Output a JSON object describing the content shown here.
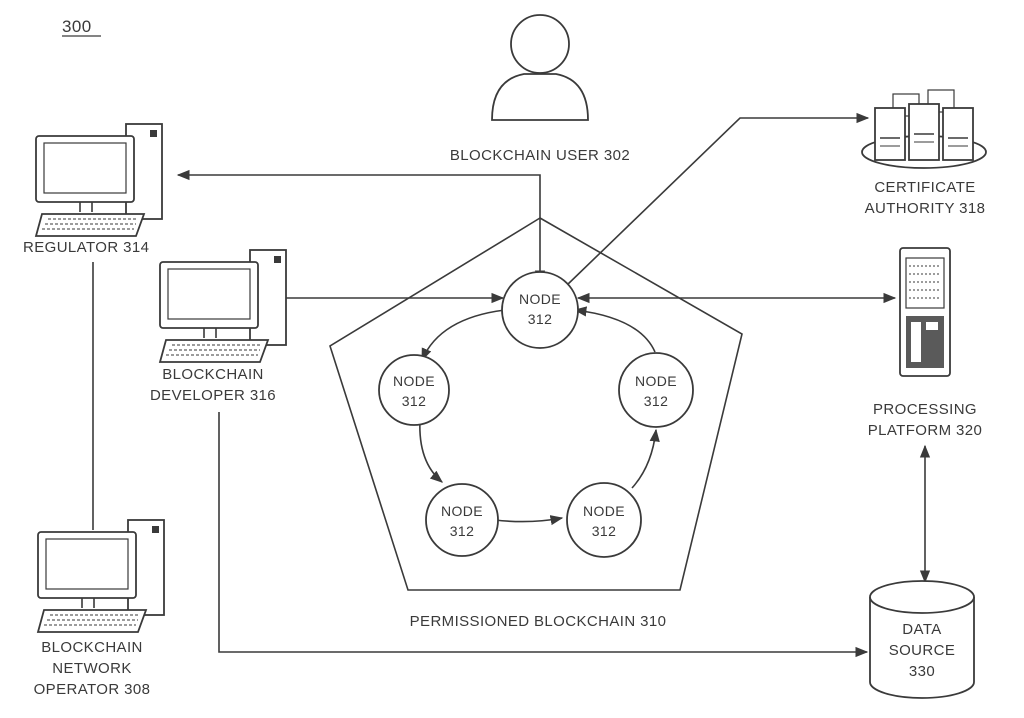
{
  "figure_number": "300",
  "blockchain": {
    "label": "PERMISSIONED BLOCKCHAIN 310",
    "nodes": [
      {
        "line1": "NODE",
        "line2": "312"
      },
      {
        "line1": "NODE",
        "line2": "312"
      },
      {
        "line1": "NODE",
        "line2": "312"
      },
      {
        "line1": "NODE",
        "line2": "312"
      },
      {
        "line1": "NODE",
        "line2": "312"
      }
    ]
  },
  "entities": {
    "blockchain_user": {
      "line1": "BLOCKCHAIN USER 302"
    },
    "regulator": {
      "line1": "REGULATOR 314"
    },
    "developer": {
      "line1": "BLOCKCHAIN",
      "line2": "DEVELOPER 316"
    },
    "operator": {
      "line1": "BLOCKCHAIN",
      "line2": "NETWORK",
      "line3": "OPERATOR 308"
    },
    "certificate_authority": {
      "line1": "CERTIFICATE",
      "line2": "AUTHORITY 318"
    },
    "processing_platform": {
      "line1": "PROCESSING",
      "line2": "PLATFORM 320"
    },
    "data_source": {
      "line1": "DATA",
      "line2": "SOURCE",
      "line3": "330"
    }
  },
  "icons": {
    "user": "person-icon",
    "computer": "desktop-computer-icon",
    "servers": "server-cluster-icon",
    "tower": "server-tower-icon",
    "database": "database-cylinder-icon"
  }
}
